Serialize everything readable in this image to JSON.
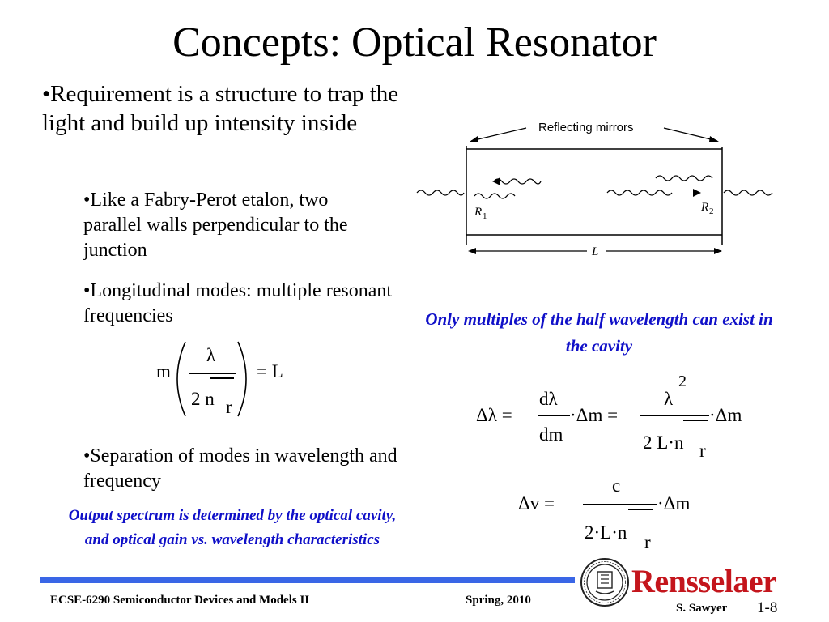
{
  "slide": {
    "title": "Concepts: Optical Resonator",
    "bullets": {
      "main": "•Requirement is a structure to trap the light and build up intensity inside",
      "sub1": "•Like a Fabry-Perot etalon, two parallel walls perpendicular to the junction",
      "sub2": "•Longitudinal modes: multiple resonant frequencies",
      "sub3": "•Separation of modes in wavelength and frequency"
    },
    "notes": {
      "half_wavelength": "Only multiples of the half wavelength can exist in the cavity",
      "output_spectrum": "Output spectrum is determined by the optical cavity, and optical gain vs. wavelength characteristics"
    },
    "diagram": {
      "top_label": "Reflecting mirrors",
      "r1": "R",
      "r1_sub": "1",
      "r2": "R",
      "r2_sub": "2",
      "length": "L"
    },
    "eq1": {
      "m": "m",
      "lambda": "λ",
      "den": "2 n",
      "sub": "r",
      "rhs": "= L"
    },
    "eq2": {
      "lhs": "Δλ =",
      "num1": "dλ",
      "den1": "dm",
      "mid": "·Δm =",
      "num2": "λ",
      "exp": "2",
      "den2": "2 L·n",
      "sub2": "r",
      "tail": "·Δm"
    },
    "eq3": {
      "lhs": "Δv =",
      "num": "c",
      "den": "2·L·n",
      "sub": "r",
      "tail": "·Δm"
    },
    "footer": {
      "course": "ECSE-6290 Semiconductor Devices and Models II",
      "term": "Spring, 2010",
      "author": "S. Sawyer",
      "page": "1-8",
      "logo_text": "Rensselaer"
    }
  }
}
